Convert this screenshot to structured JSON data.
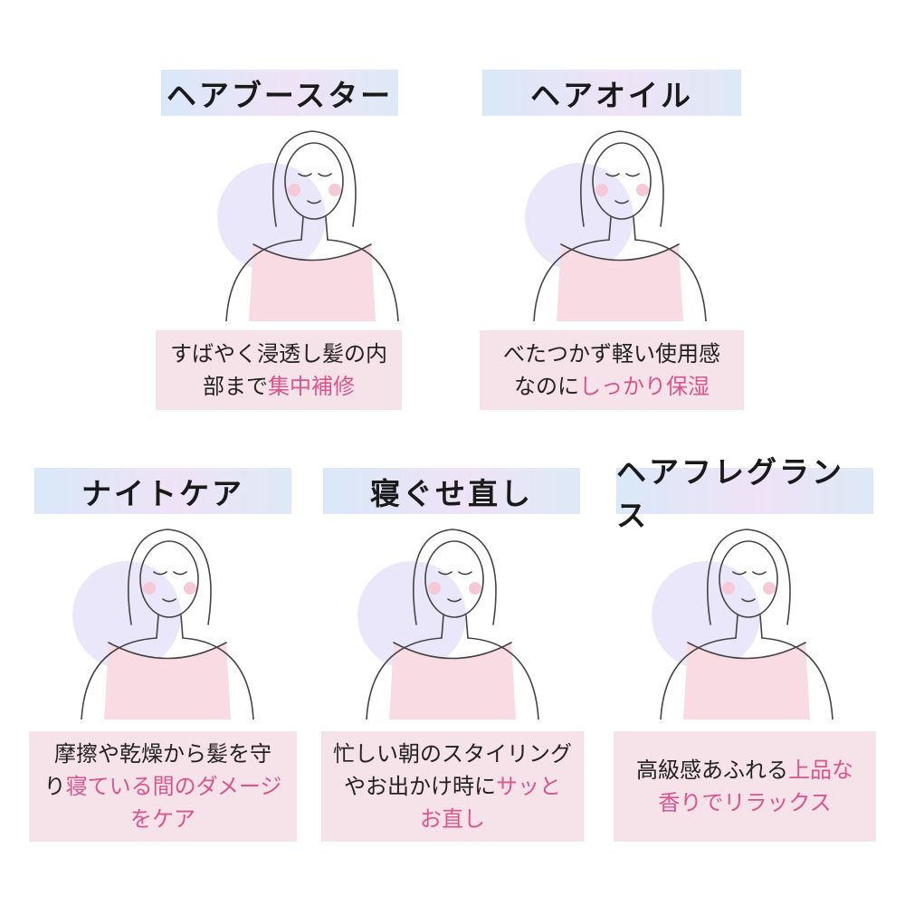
{
  "items": [
    {
      "title": "ヘアブースター",
      "lines": [
        [
          {
            "t": "すばやく浸透し髪の内",
            "hl": false
          }
        ],
        [
          {
            "t": "部まで",
            "hl": false
          },
          {
            "t": "集中補修",
            "hl": true
          }
        ]
      ]
    },
    {
      "title": "ヘアオイル",
      "lines": [
        [
          {
            "t": "べたつかず軽い使用感",
            "hl": false
          }
        ],
        [
          {
            "t": "なのに",
            "hl": false
          },
          {
            "t": "しっかり保湿",
            "hl": true
          }
        ]
      ]
    },
    {
      "title": "ナイトケア",
      "lines": [
        [
          {
            "t": "摩擦や乾燥から髪を守",
            "hl": false
          }
        ],
        [
          {
            "t": "り",
            "hl": false
          },
          {
            "t": "寝ている間のダメージ",
            "hl": true
          }
        ],
        [
          {
            "t": "をケア",
            "hl": true
          }
        ]
      ]
    },
    {
      "title": "寝ぐせ直し",
      "lines": [
        [
          {
            "t": "忙しい朝のスタイリング",
            "hl": false
          }
        ],
        [
          {
            "t": "やお出かけ時に",
            "hl": false
          },
          {
            "t": "サッと",
            "hl": true
          }
        ],
        [
          {
            "t": "お直し",
            "hl": true
          }
        ]
      ]
    },
    {
      "title": "ヘアフレグランス",
      "lines": [
        [
          {
            "t": "高級感あふれる",
            "hl": false
          },
          {
            "t": "上品な",
            "hl": true
          }
        ],
        [
          {
            "t": "香りでリラックス",
            "hl": true
          }
        ]
      ]
    }
  ],
  "colors": {
    "accent": "#d9558d",
    "box": "#f6e2e9",
    "circle": "#e9e6fb",
    "top": "#f8dbe3"
  }
}
